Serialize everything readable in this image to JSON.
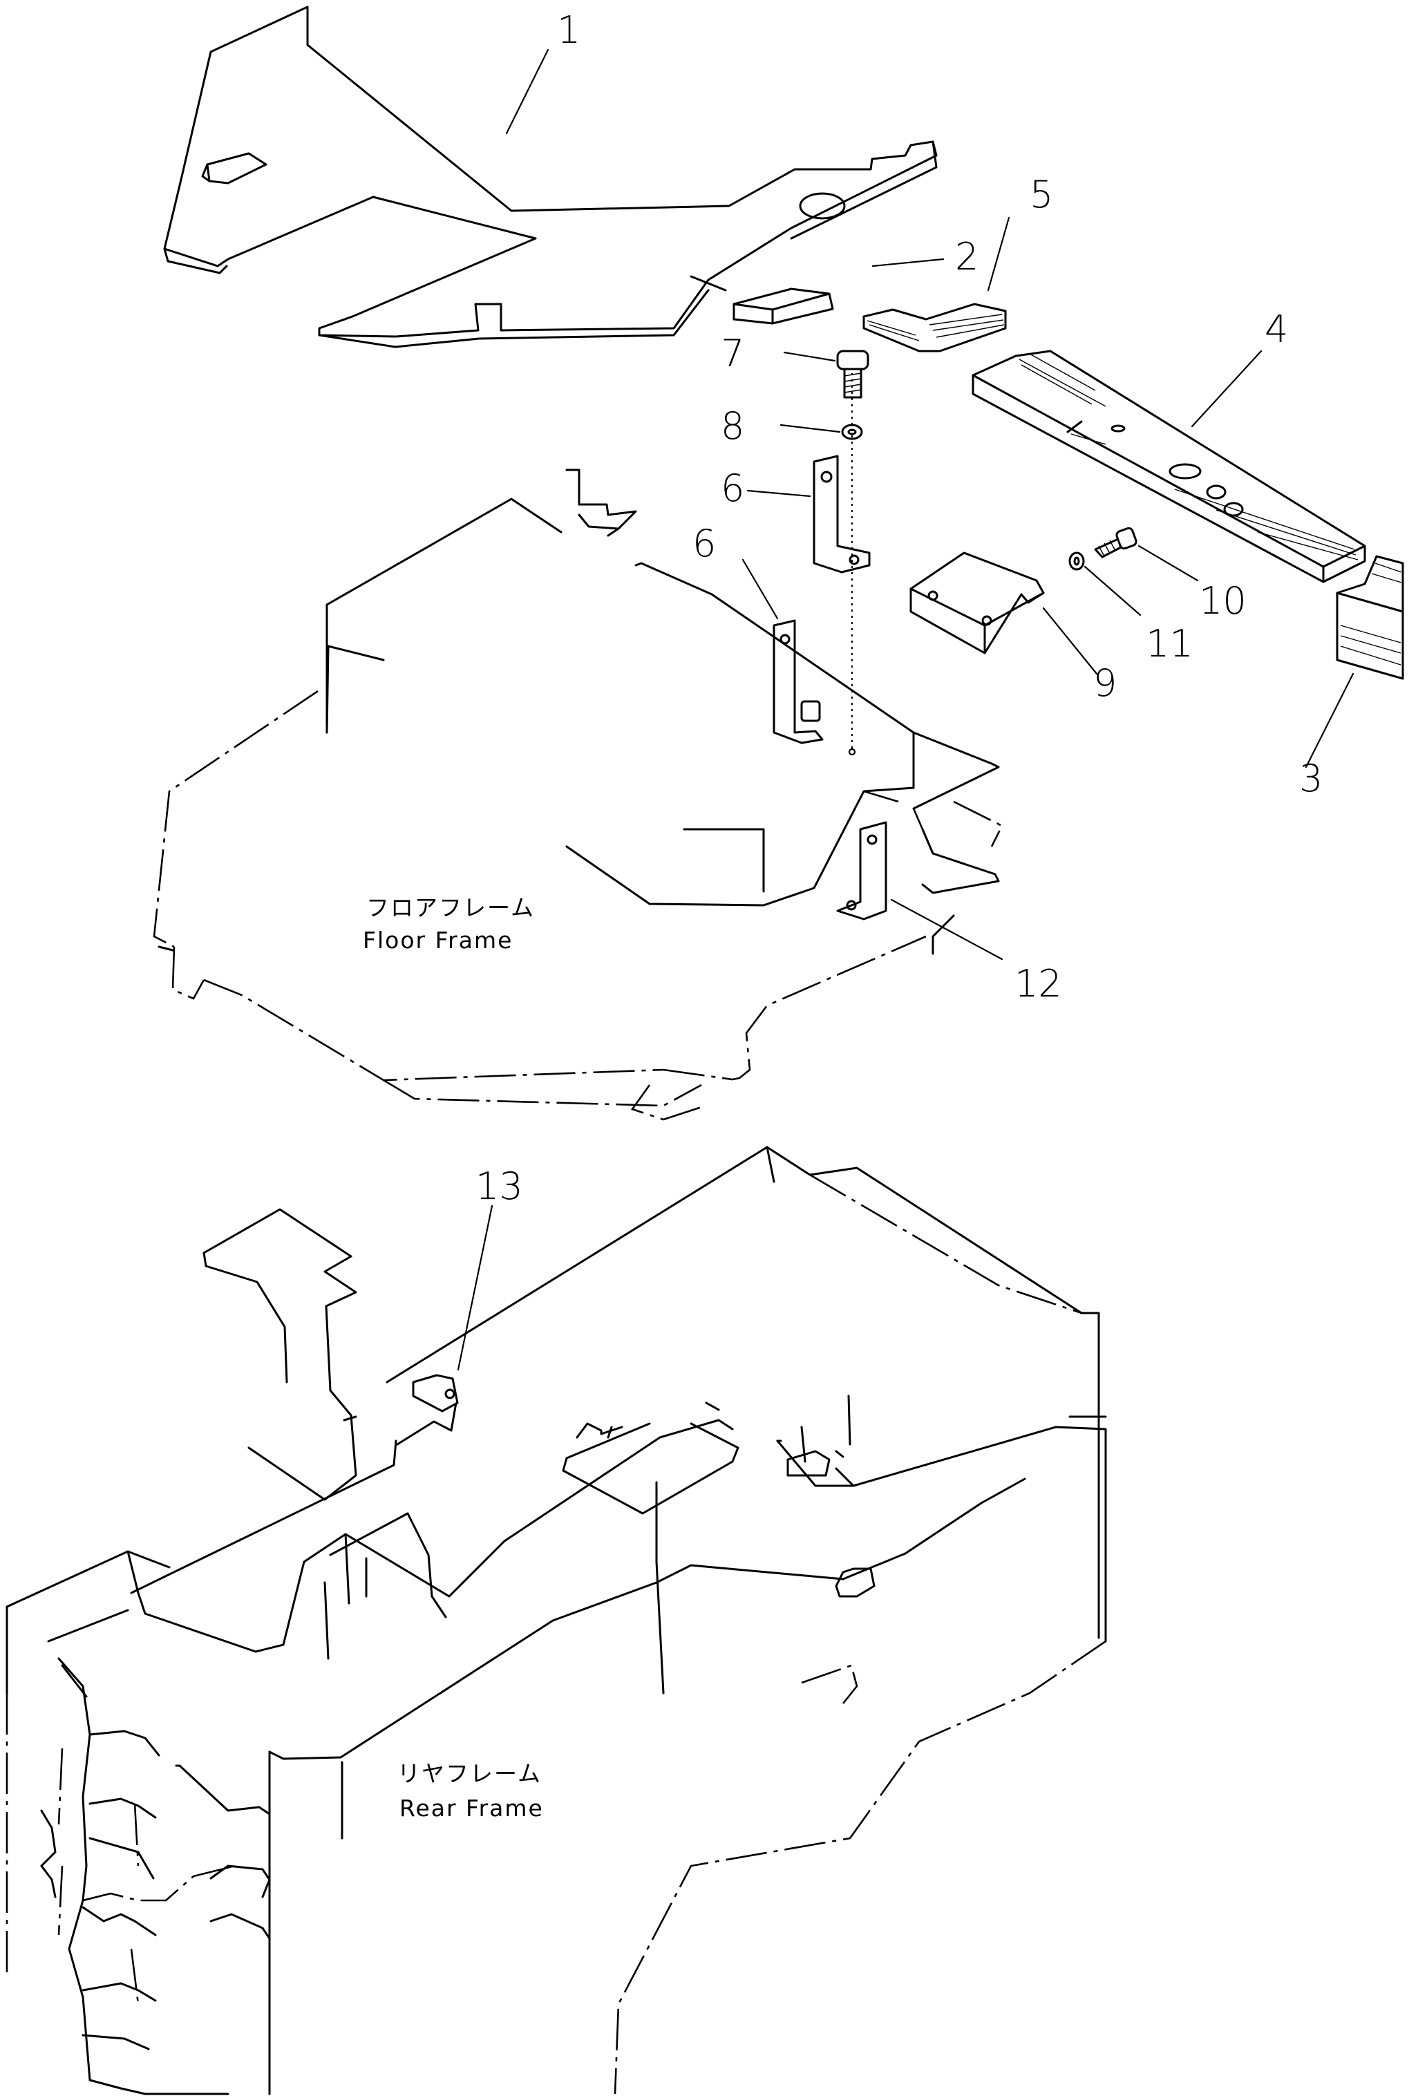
{
  "callouts": {
    "c1": "1",
    "c2": "2",
    "c3": "3",
    "c4": "4",
    "c5": "5",
    "c6a": "6",
    "c6b": "6",
    "c7": "7",
    "c8": "8",
    "c9": "9",
    "c10": "10",
    "c11": "11",
    "c12": "12",
    "c13": "13"
  },
  "frames": {
    "floor_jp": "フロアフレーム",
    "floor_en": "Floor Frame",
    "rear_jp": "リヤフレーム",
    "rear_en": "Rear Frame"
  }
}
